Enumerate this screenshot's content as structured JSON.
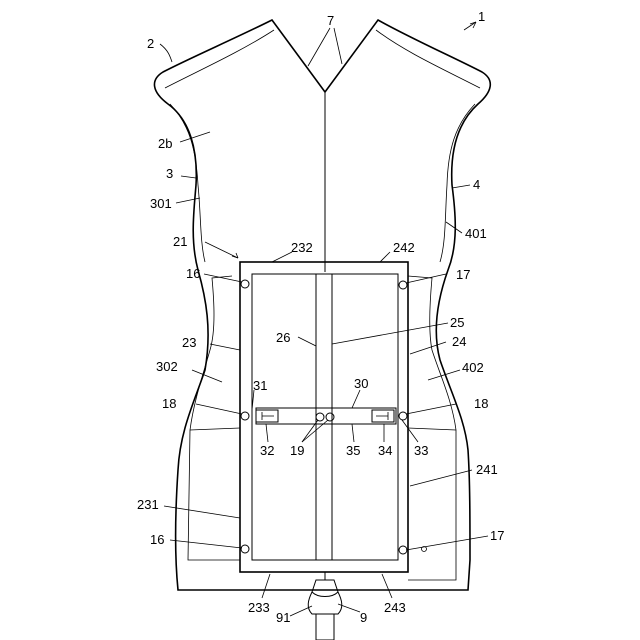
{
  "figure": {
    "labels": {
      "l1": "1",
      "l2": "2",
      "l2b": "2b",
      "l3": "3",
      "l4": "4",
      "l7": "7",
      "l301": "301",
      "l401": "401",
      "l21": "21",
      "l232": "232",
      "l242": "242",
      "l16a": "16",
      "l17a": "17",
      "l23": "23",
      "l25": "25",
      "l26": "26",
      "l24": "24",
      "l302": "302",
      "l402": "402",
      "l31": "31",
      "l30": "30",
      "l18a": "18",
      "l18b": "18",
      "l32": "32",
      "l19": "19",
      "l35": "35",
      "l34": "34",
      "l33": "33",
      "l241": "241",
      "l231": "231",
      "l16b": "16",
      "l17b": "17",
      "l233": "233",
      "l91": "91",
      "l9": "9",
      "l243": "243"
    }
  }
}
